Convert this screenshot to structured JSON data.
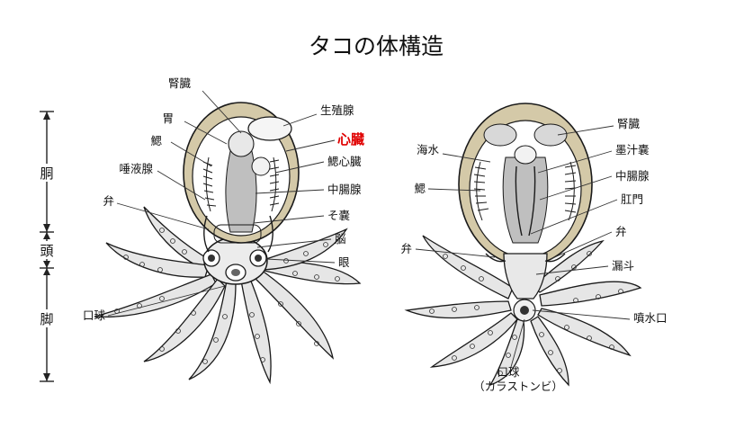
{
  "title": "タコの体構造",
  "sections": {
    "body": "胴",
    "head": "頭",
    "arms": "脚"
  },
  "left_labels": {
    "kidney": "腎臓",
    "stomach": "胃",
    "gill": "鰓",
    "salivary": "唾液腺",
    "valve": "弁",
    "mouth_ball": "口球",
    "gonad": "生殖腺",
    "heart": "心臓",
    "gill_heart": "鰓心臓",
    "midgut_gland": "中腸腺",
    "crop": "そ嚢",
    "brain": "脳",
    "eye": "眼"
  },
  "right_labels": {
    "seawater": "海水",
    "gill": "鰓",
    "valve_left": "弁",
    "kidney": "腎臓",
    "ink_sac": "墨汁嚢",
    "midgut_gland": "中腸腺",
    "anus": "肛門",
    "valve_right": "弁",
    "funnel": "漏斗",
    "jet_mouth": "噴水口",
    "mouth_ball": "口球",
    "mouth_ball_note": "（カラストンビ）"
  },
  "colors": {
    "highlight": "#e00000",
    "ink": "#1a1a1a",
    "mantle": "#d4c9a8",
    "arm": "#e6e6e6"
  }
}
